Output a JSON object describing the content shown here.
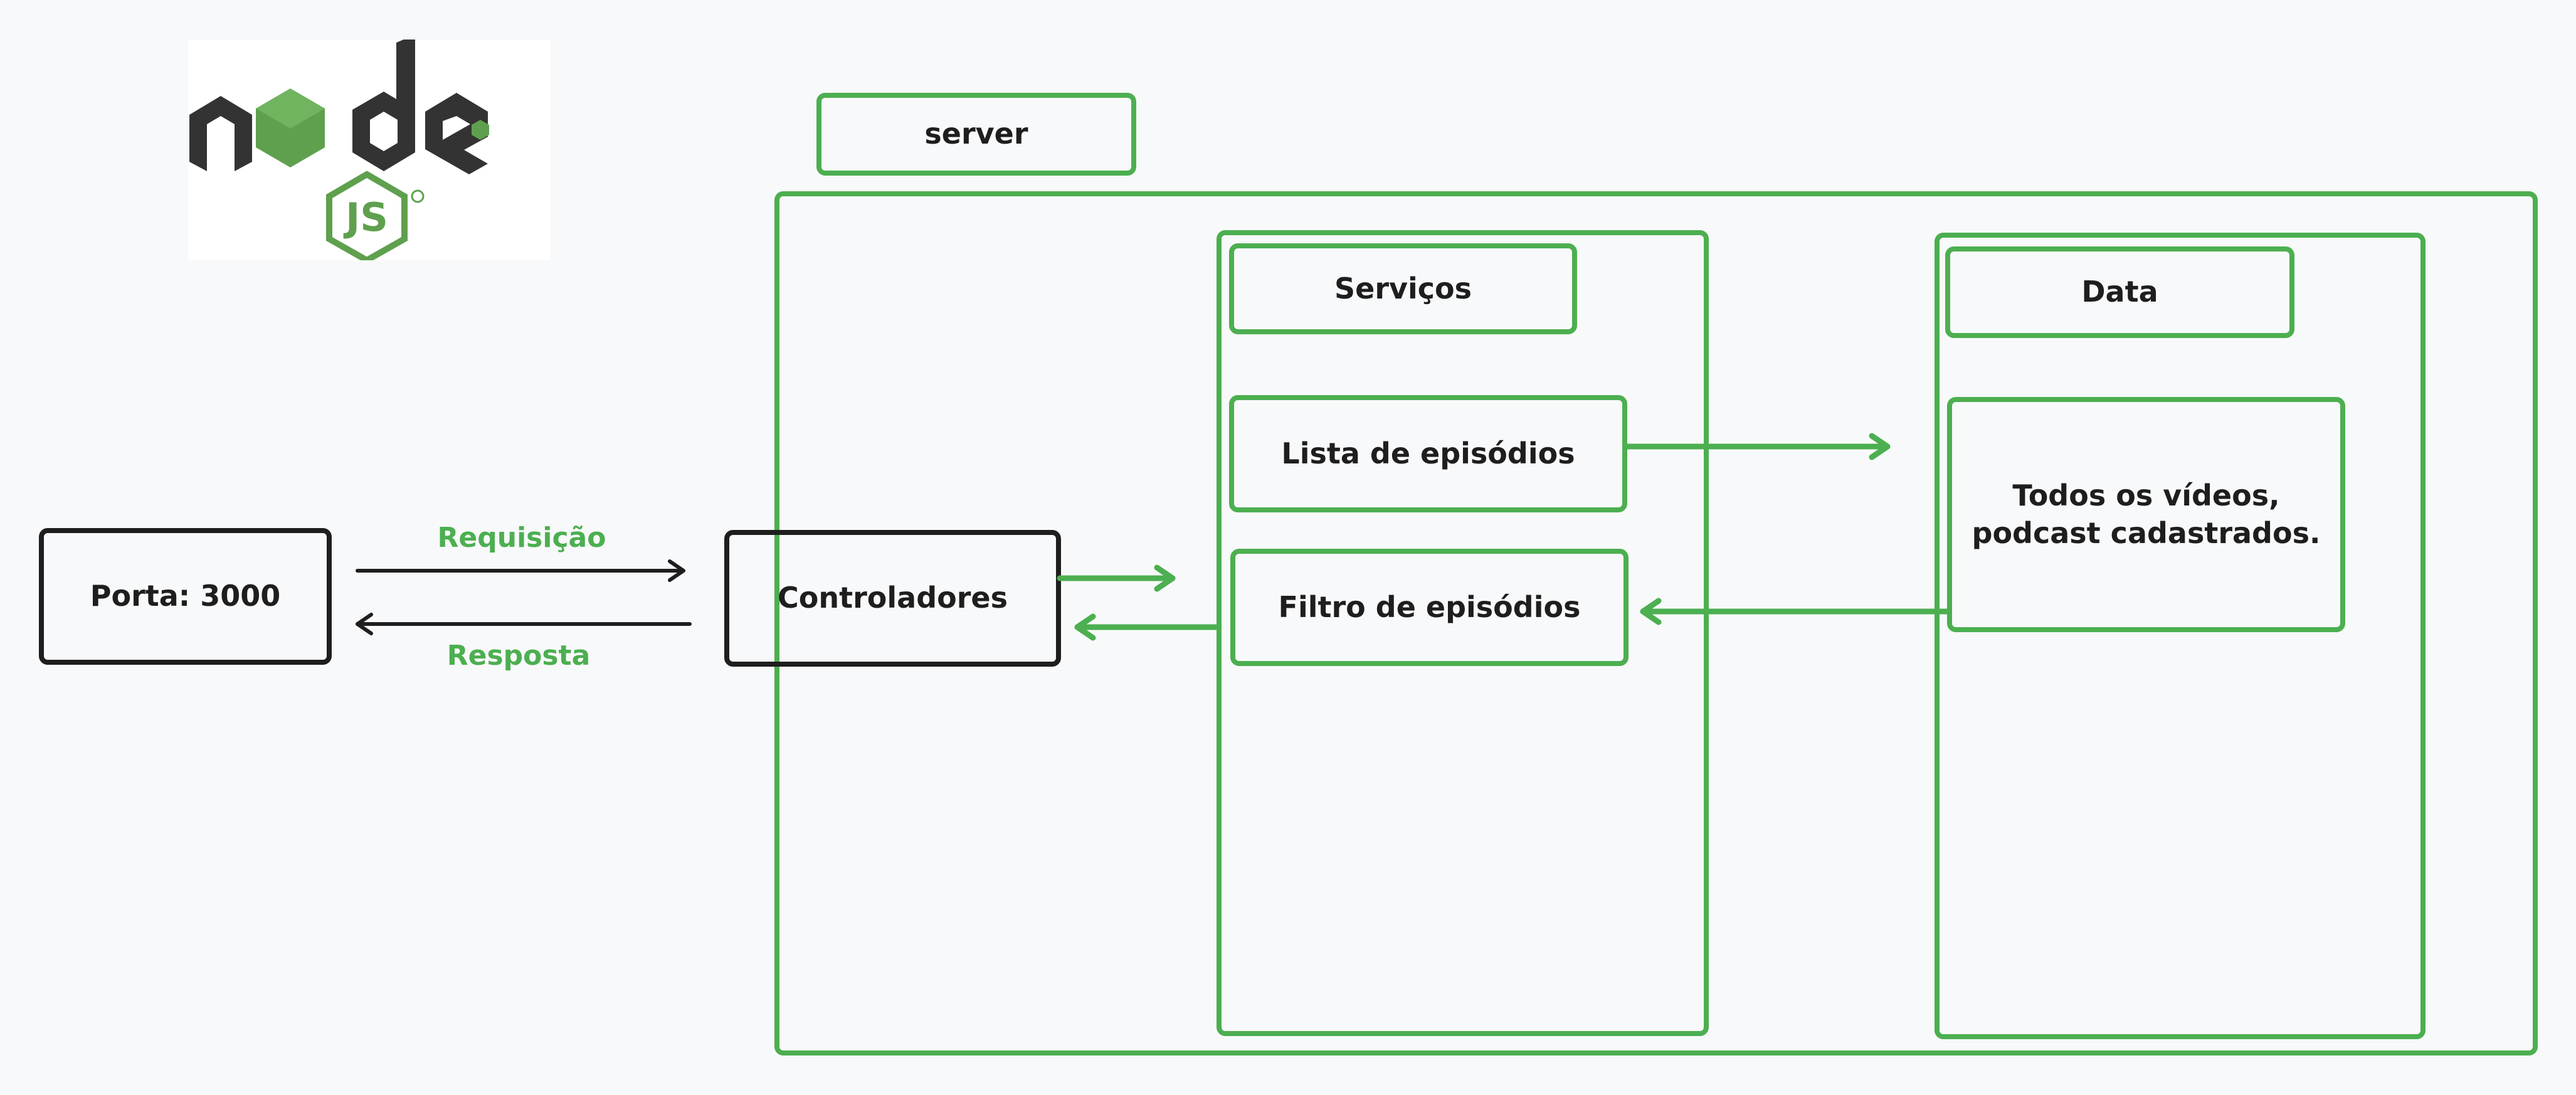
{
  "logo": {
    "name": "nodejs-logo",
    "wordmark": "node",
    "badge": "JS"
  },
  "server": {
    "title": "server"
  },
  "port": {
    "label": "Porta: 3000"
  },
  "controllers": {
    "label": "Controladores"
  },
  "services": {
    "title": "Serviços",
    "items": [
      "Lista de episódios",
      "Filtro de episódios"
    ]
  },
  "data": {
    "title": "Data",
    "content_line1": "Todos os vídeos,",
    "content_line2": "podcast cadastrados."
  },
  "arrows": {
    "request_label": "Requisição",
    "response_label": "Resposta"
  },
  "colors": {
    "accent": "#4caf50",
    "ink": "#1e1e1e",
    "background": "#f8f9fa"
  }
}
